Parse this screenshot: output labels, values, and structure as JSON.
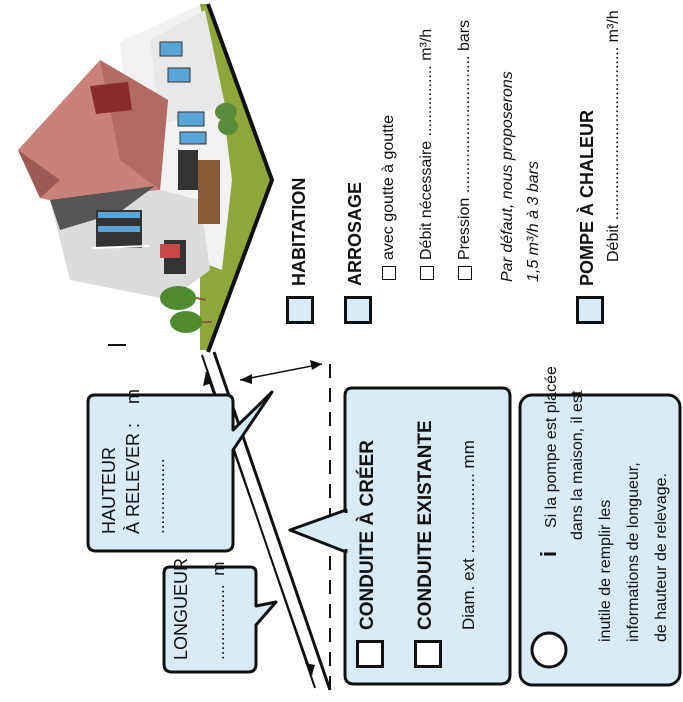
{
  "bubbles": {
    "longueur": {
      "label": "LONGUEUR :",
      "fill": "................",
      "unit": "m"
    },
    "hauteur": {
      "line1": "HAUTEUR",
      "line2": "À RELEVER :",
      "fill": "................",
      "unit": "m"
    }
  },
  "conduite": {
    "creer": "CONDUITE À CRÉER",
    "existante": "CONDUITE EXISTANTE",
    "diam_label": "Diam. ext",
    "diam_dots": ".................",
    "diam_unit": "mm"
  },
  "info": {
    "icon": "i",
    "lines": [
      "Si la pompe est placée",
      "dans la maison, il est",
      "inutile  de  remplir  les",
      "informations de longueur,",
      "de hauteur de relevage."
    ]
  },
  "options": {
    "habitation": "HABITATION",
    "arrosage": "ARROSAGE",
    "goutte": "avec goutte à goutte",
    "debit_label": "Débit nécessaire",
    "debit_dots": "................",
    "unit_m3h": "m³/h",
    "pression_label": "Pression",
    "pression_dots": "...............................",
    "pression_unit": "bars",
    "note1": "Par défaut, nous proposerons",
    "note2": "1,5 m³/h à 3 bars",
    "pompe": "POMPE À CHALEUR",
    "pompe_debit": "Débit",
    "pompe_dots": "......................................."
  },
  "colors": {
    "bubble_fill": "#d7ecf8",
    "ground": "#8ea63a",
    "roof": "#c8827a",
    "outline": "#111111"
  },
  "icons": [
    "info-icon",
    "house-illustration",
    "checkbox"
  ]
}
